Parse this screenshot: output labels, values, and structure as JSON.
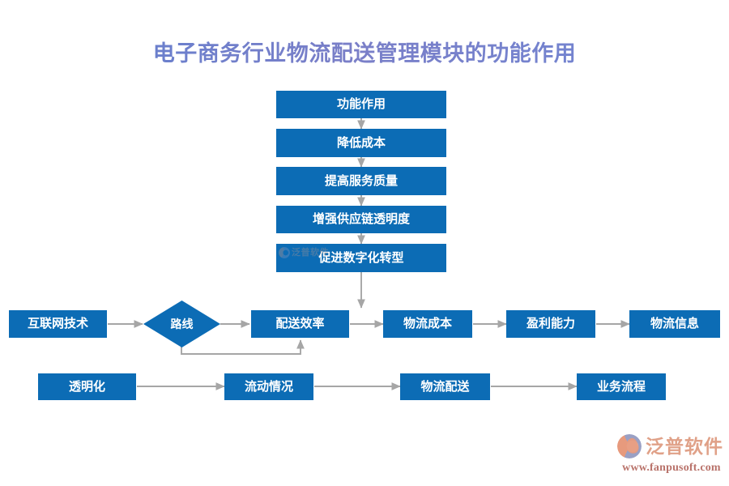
{
  "page": {
    "title": "电子商务行业物流配送管理模块的功能作用",
    "background_color": "#ffffff",
    "node_color": "#0c6cb5",
    "node_text_color": "#ffffff",
    "connector_color": "#a6a6a6",
    "title_color": "#5b7ccd"
  },
  "vertical_chain": {
    "name": "功能作用主干流程",
    "nodes": [
      {
        "id": "v1",
        "label": "功能作用"
      },
      {
        "id": "v2",
        "label": "降低成本"
      },
      {
        "id": "v3",
        "label": "提高服务质量"
      },
      {
        "id": "v4",
        "label": "增强供应链透明度"
      },
      {
        "id": "v5",
        "label": "促进数字化转型"
      }
    ]
  },
  "middle_row": {
    "name": "物流链路流程",
    "nodes": [
      {
        "id": "m1",
        "label": "互联网技术",
        "shape": "rect"
      },
      {
        "id": "m2",
        "label": "路线",
        "label_lines": [
          "路",
          "线"
        ],
        "shape": "diamond"
      },
      {
        "id": "m3",
        "label": "配送效率",
        "shape": "rect"
      },
      {
        "id": "m4",
        "label": "物流成本",
        "shape": "rect"
      },
      {
        "id": "m5",
        "label": "盈利能力",
        "shape": "rect"
      },
      {
        "id": "m6",
        "label": "物流信息",
        "shape": "rect"
      }
    ]
  },
  "bottom_row": {
    "name": "业务流程链路",
    "nodes": [
      {
        "id": "b1",
        "label": "透明化"
      },
      {
        "id": "b2",
        "label": "流动情况"
      },
      {
        "id": "b3",
        "label": "物流配送"
      },
      {
        "id": "b4",
        "label": "业务流程"
      }
    ]
  },
  "connectors": [
    {
      "from": "v1",
      "to": "v2",
      "type": "arrow-down"
    },
    {
      "from": "v2",
      "to": "v3",
      "type": "arrow-down"
    },
    {
      "from": "v3",
      "to": "v4",
      "type": "arrow-down"
    },
    {
      "from": "v4",
      "to": "v5",
      "type": "arrow-down"
    },
    {
      "from": "v5",
      "to": "m3",
      "type": "arrow-down-long"
    },
    {
      "from": "m1",
      "to": "m2",
      "type": "arrow-right"
    },
    {
      "from": "m2",
      "to": "m3",
      "type": "arrow-right"
    },
    {
      "from": "m3",
      "to": "m4",
      "type": "arrow-right"
    },
    {
      "from": "m4",
      "to": "m5",
      "type": "arrow-right"
    },
    {
      "from": "m5",
      "to": "m6",
      "type": "arrow-right"
    },
    {
      "from": "m2",
      "to": "m3",
      "type": "feedback-loop-under"
    },
    {
      "from": "b1",
      "to": "b2",
      "type": "arrow-right"
    },
    {
      "from": "b2",
      "to": "b3",
      "type": "arrow-right"
    },
    {
      "from": "b3",
      "to": "b4",
      "type": "arrow-right"
    }
  ],
  "brand": {
    "name": "泛普软件",
    "url": "www.fanpusoft.com",
    "mark_icon": "fanpu-swoosh-logo-icon",
    "primary_color": "#e0a188",
    "secondary_color": "#9aa0c4",
    "url_color": "#b9736b"
  },
  "inline_watermark": {
    "name": "泛普软件",
    "icon": "fanpu-swoosh-logo-icon"
  }
}
